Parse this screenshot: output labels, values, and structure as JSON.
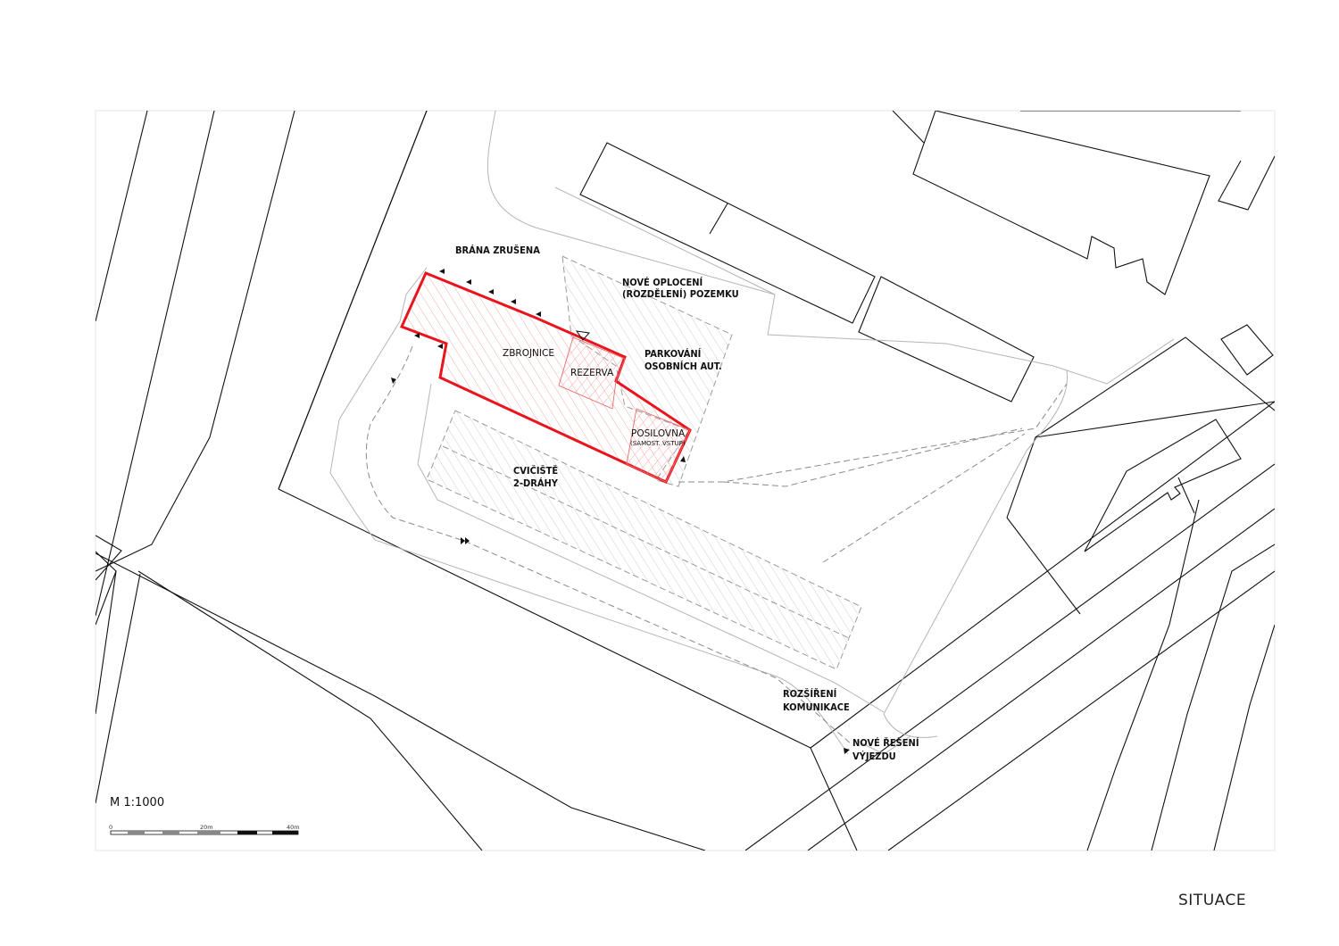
{
  "drawing": {
    "sheet_title": "SITUACE",
    "scale_label": "M 1:1000",
    "scale_ticks": [
      "0",
      "20m",
      "40m"
    ]
  },
  "labels": {
    "gate": "BRÁNA ZRUŠENA",
    "fence_line1": "NOVÉ OPLOCENÍ",
    "fence_line2": "(ROZDĚLENÍ) POZEMKU",
    "fire_station": "ZBROJNICE",
    "reserve": "REZERVA",
    "parking_line1": "PARKOVÁNÍ",
    "parking_line2": "OSOBNÍCH AUT.",
    "gym_line1": "POSILOVNA",
    "gym_line2": "(SAMOST. VSTUP)",
    "training_line1": "CVIČIŠTĚ",
    "training_line2": "2-DRÁHY",
    "road_line1": "ROZŠÍŘENÍ",
    "road_line2": "KOMUNIKACE",
    "exit_line1": "NOVÉ ŘEŠENÍ",
    "exit_line2": "VÝJEZDU"
  },
  "colors": {
    "building_outline": "#e8141e",
    "building_hatch": "#f08a8a",
    "hatch_gray": "#c8c8c8",
    "line": "#111111"
  }
}
